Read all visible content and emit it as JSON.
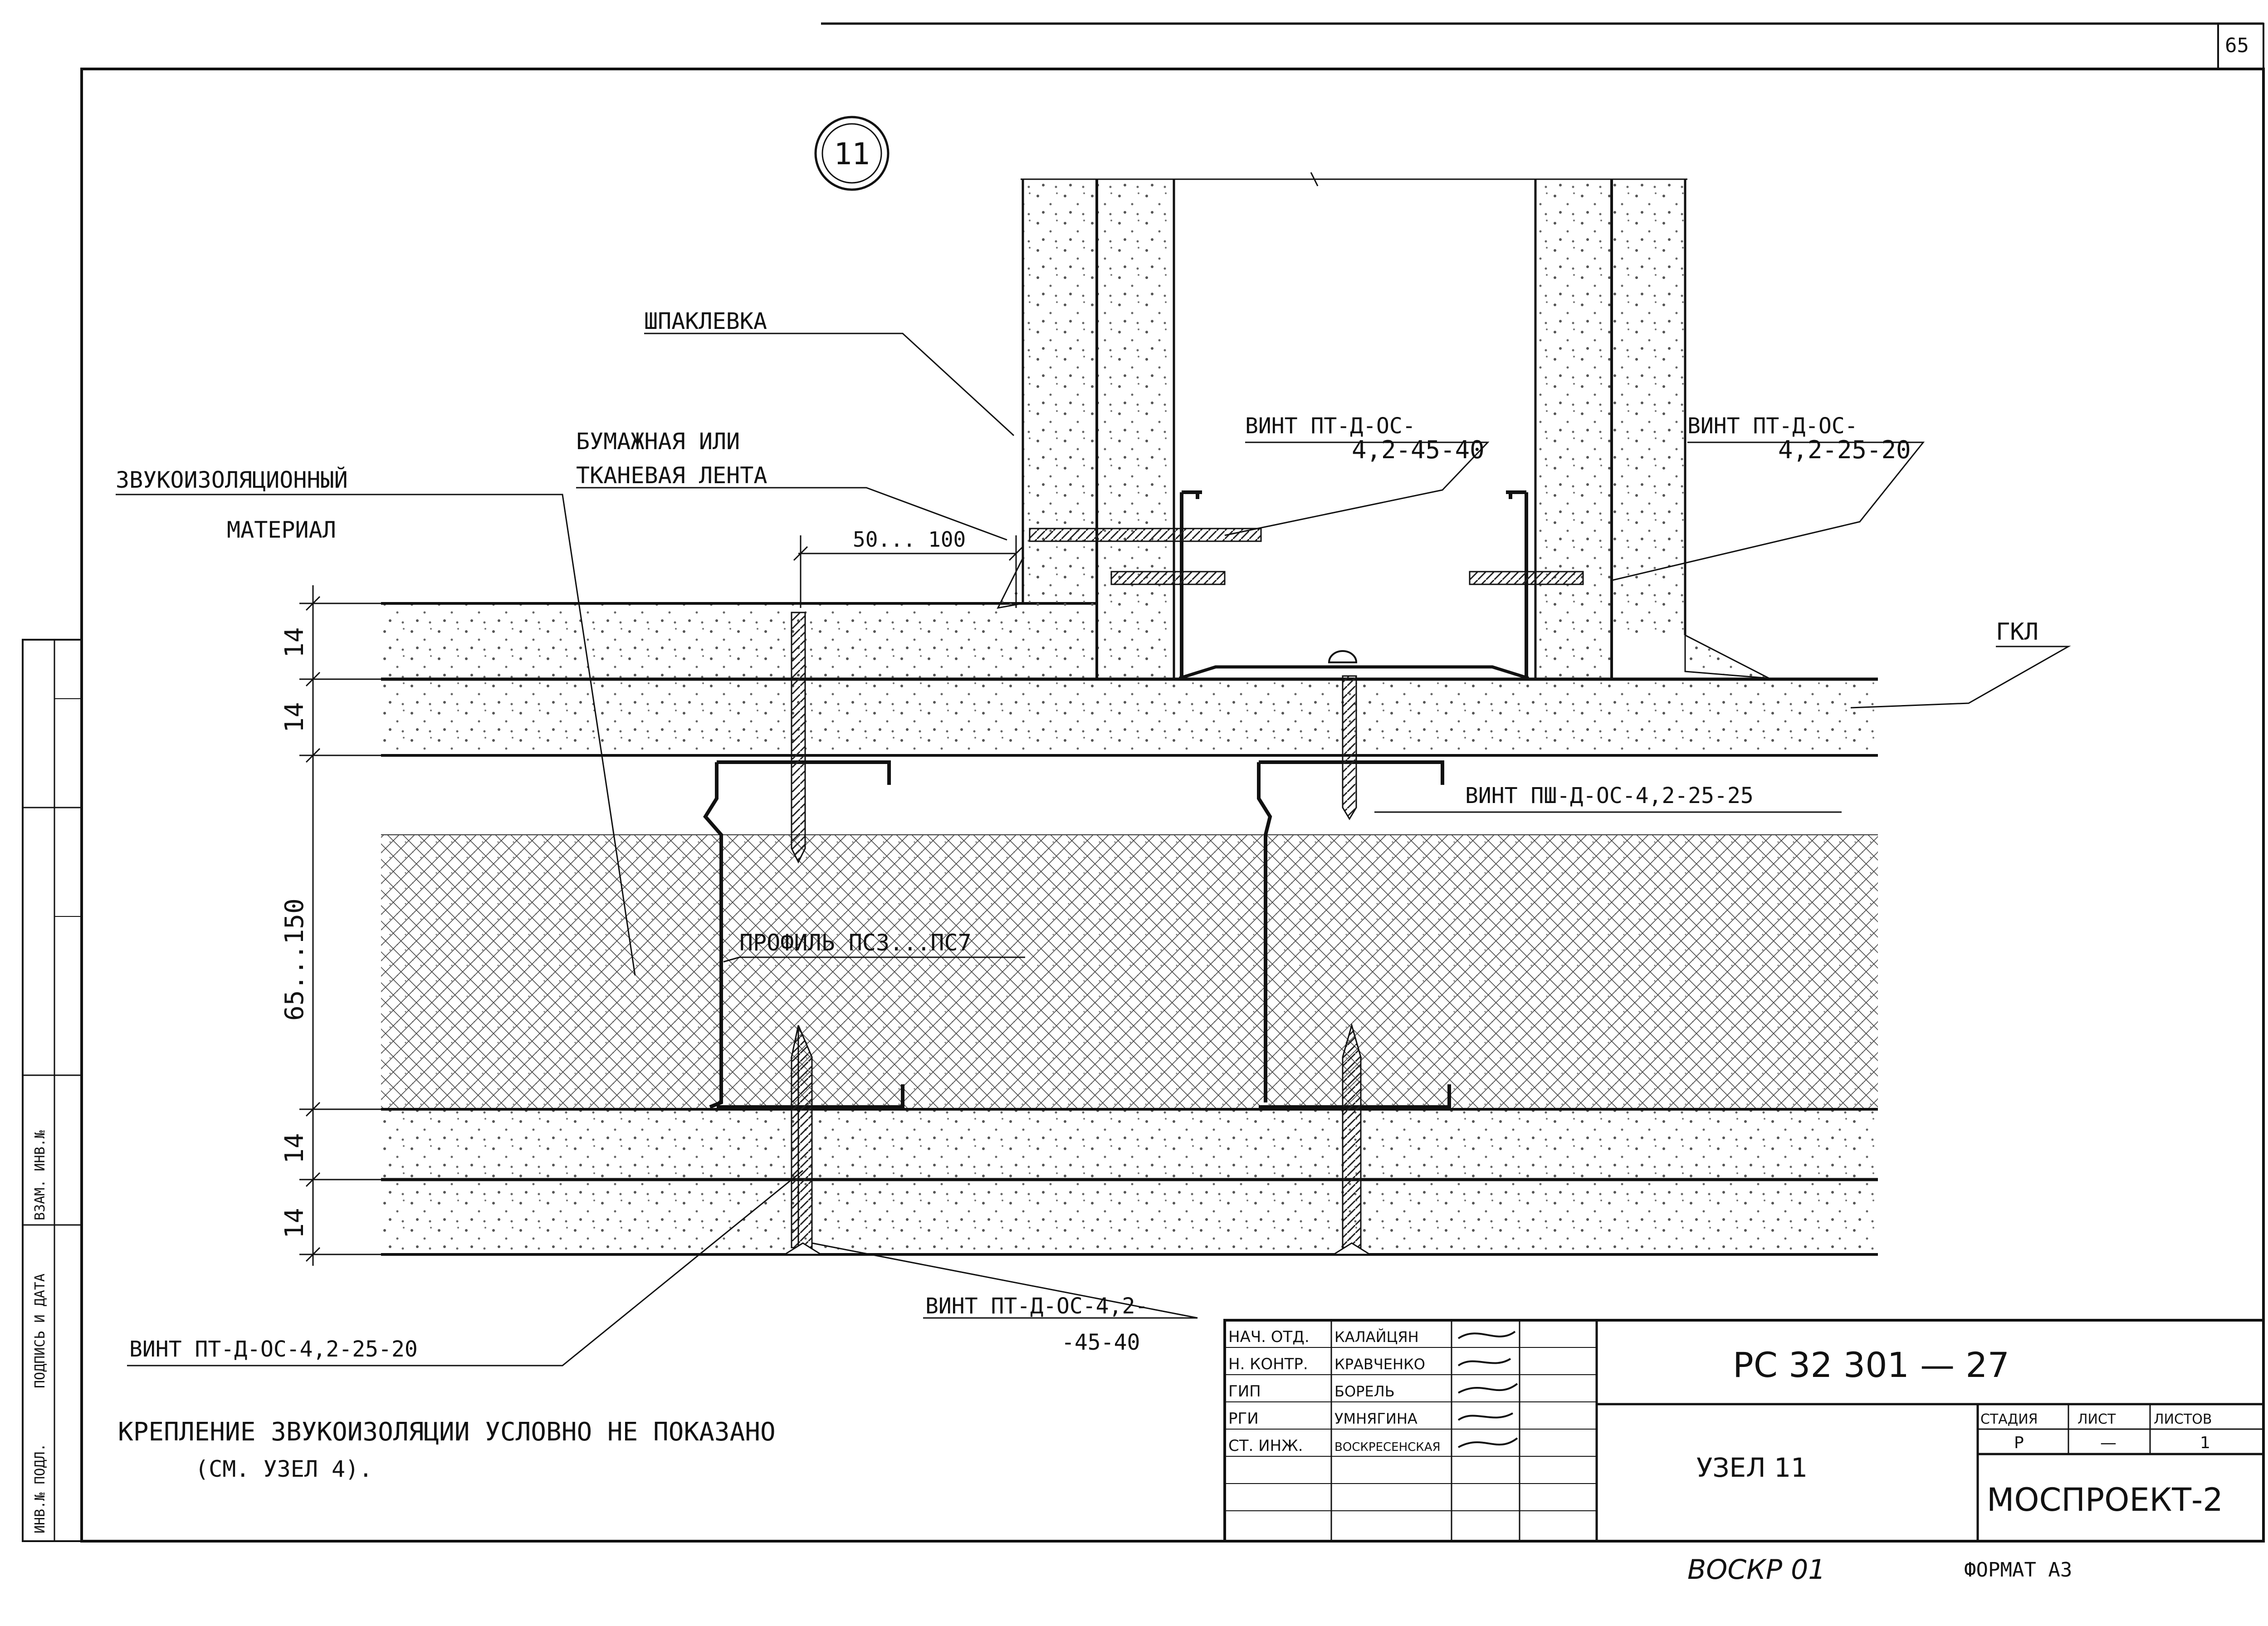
{
  "sheet": {
    "page_number": "65",
    "format_label": "ФОРМАТ  А3",
    "copy_mark": "ВОСКР 01"
  },
  "node_badge": "11",
  "labels": {
    "putty": "ШПАКЛЕВКА",
    "tape_line1": "БУМАЖНАЯ ИЛИ",
    "tape_line2": "ТКАНЕВАЯ ЛЕНТА",
    "insulation_line1": "ЗВУКОИЗОЛЯЦИОННЫЙ",
    "insulation_line2": "МАТЕРИАЛ",
    "gap": "50... 100",
    "screw_left_line1": "ВИНТ  ПТ-Д-ОС-",
    "screw_left_line2": "4,2-45-40",
    "screw_right_line1": "ВИНТ  ПТ-Д-ОС-",
    "screw_right_line2": "4,2-25-20",
    "gkl": "ГКЛ",
    "screw_psh": "ВИНТ  ПШ-Д-ОС-4,2-25-25",
    "profile": "ПРОФИЛЬ ПС3...ПС7",
    "screw_bottom_left": "ВИНТ ПТ-Д-ОС-4,2-25-20",
    "screw_bottom_mid_line1": "ВИНТ ПТ-Д-ОС-4,2-",
    "screw_bottom_mid_line2": "-45-40",
    "note_line1": "КРЕПЛЕНИЕ ЗВУКОИЗОЛЯЦИИ УСЛОВНО НЕ ПОКАЗАНО",
    "note_line2": "(СМ. УЗЕЛ 4)."
  },
  "dimensions": {
    "board1": "14",
    "board2": "14",
    "cavity": "65...150",
    "board3": "14",
    "board4": "14"
  },
  "left_strip": {
    "col1": "ИНВ.№ ПОДЛ.",
    "col2": "ПОДПИСЬ И ДАТА",
    "col3": "ВЗАМ. ИНВ.№"
  },
  "title_block": {
    "roles": [
      {
        "role": "НАЧ. ОТД.",
        "name": "КАЛАЙЦЯН"
      },
      {
        "role": "Н. КОНТР.",
        "name": "КРАВЧЕНКО"
      },
      {
        "role": "ГИП",
        "name": "БОРЕЛЬ"
      },
      {
        "role": "РГИ",
        "name": "УМНЯГИНА"
      },
      {
        "role": "СТ. ИНЖ.",
        "name": "ВОСКРЕСЕНСКАЯ"
      }
    ],
    "doc_code": "РС 32 301 — 27",
    "node_title": "УЗЕЛ  11",
    "stage_header": "СТАДИЯ",
    "sheet_header": "ЛИСТ",
    "sheets_header": "ЛИСТОВ",
    "stage": "Р",
    "sheet": "—",
    "sheets": "1",
    "organization": "МОСПРОЕКТ-2"
  }
}
